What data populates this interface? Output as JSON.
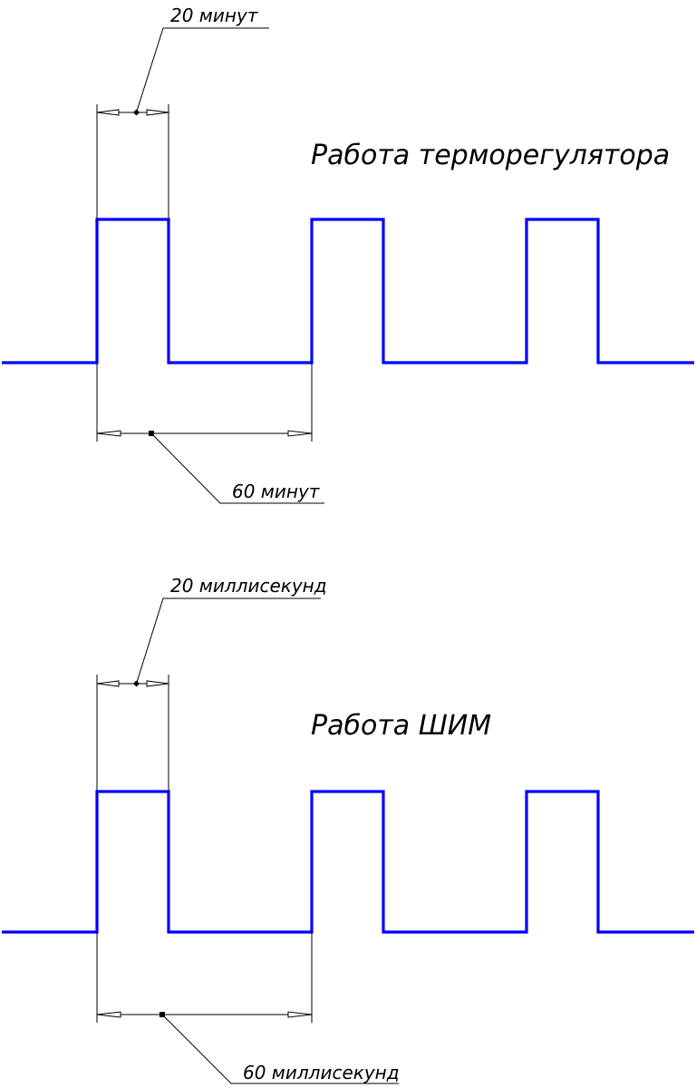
{
  "colors": {
    "signal": "#0000ff",
    "dimension_line": "#000000",
    "background": "#ffffff"
  },
  "diagrams": [
    {
      "title": "Работа терморегулятора",
      "pulse_width_label": "20 минут",
      "period_label": "60 минут",
      "pulse_width": 20,
      "period": 60,
      "pulse_count": 3
    },
    {
      "title": "Работа ШИМ",
      "pulse_width_label": "20 миллисекунд",
      "period_label": "60 миллисекунд",
      "pulse_width": 20,
      "period": 60,
      "pulse_count": 3
    }
  ]
}
